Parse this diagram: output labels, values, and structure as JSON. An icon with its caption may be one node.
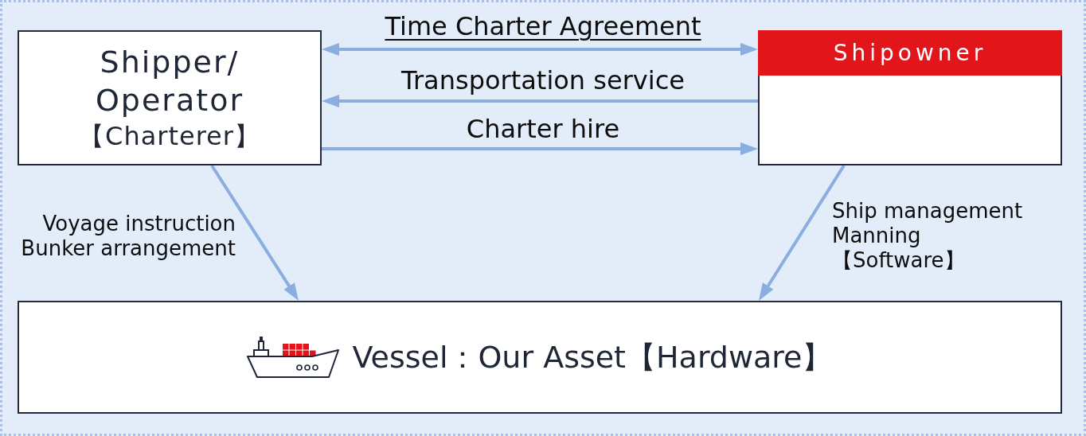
{
  "diagram": {
    "nodes": [
      {
        "text": [
          "Shipper/ Operator",
          "【Charterer】"
        ]
      },
      {
        "text": [
          "Shipowner"
        ]
      },
      {
        "text": [
          "Vessel：Our Asset【Hardware】"
        ]
      }
    ],
    "edges": [
      {
        "from": 0,
        "to": 1,
        "arrow": "both",
        "label": "Time Charter Agreement"
      },
      {
        "from": 1,
        "to": 0,
        "arrow": "to",
        "label": "Transportation service"
      },
      {
        "from": 0,
        "to": 1,
        "arrow": "to",
        "label": "Charter hire"
      },
      {
        "from": 0,
        "to": 2,
        "arrow": "to",
        "label": "Voyage instruction Bunker arrangement"
      },
      {
        "from": 1,
        "to": 2,
        "arrow": "to",
        "label": "Ship management Manning 【Software】"
      }
    ]
  }
}
